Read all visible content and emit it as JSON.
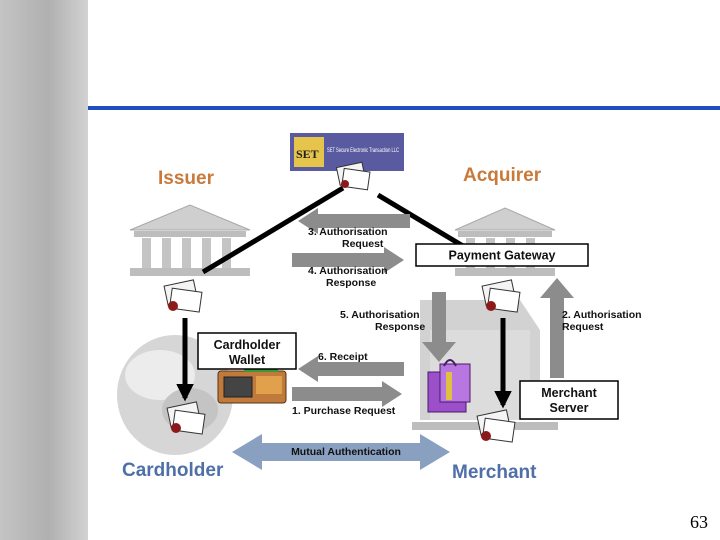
{
  "logo": {
    "mark": "SET",
    "tagline": "SET Secure Electronic Transaction LLC"
  },
  "roles": {
    "issuer": "Issuer",
    "acquirer": "Acquirer",
    "cardholder": "Cardholder",
    "merchant": "Merchant"
  },
  "boxes": {
    "payment_gateway": "Payment Gateway",
    "cardholder_wallet": [
      "Cardholder",
      "Wallet"
    ],
    "merchant_server": [
      "Merchant",
      "Server"
    ]
  },
  "flows": {
    "auth_request_3": [
      "3. Authorisation",
      "Request"
    ],
    "auth_response_4": [
      "4. Authorisation",
      "Response"
    ],
    "auth_response_5": [
      "5. Authorisation",
      "Response"
    ],
    "auth_request_2": [
      "2. Authorisation",
      "Request"
    ],
    "receipt_6": "6. Receipt",
    "purchase_request_1": "1. Purchase Request",
    "mutual_auth": "Mutual Authentication"
  },
  "page_number": "63",
  "colors": {
    "role_text": "#c97a3a",
    "rule": "#1f4fbf",
    "grey_arrow": "#8c8c8c",
    "mutual_arrow": "#8aa0c0"
  }
}
